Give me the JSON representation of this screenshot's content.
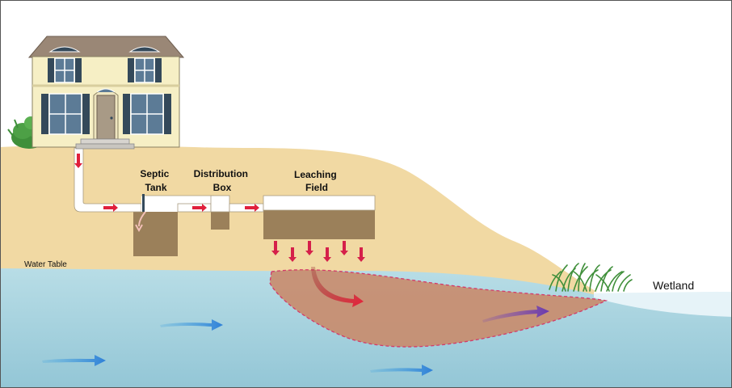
{
  "labels": {
    "septic_tank": [
      "Septic",
      "Tank"
    ],
    "distribution_box": [
      "Distribution",
      "Box"
    ],
    "leaching_field": [
      "Leaching",
      "Field"
    ],
    "water_table": "Water Table",
    "wetland": "Wetland"
  },
  "colors": {
    "soil": "#f1d9a3",
    "groundwater": "#a9d3df",
    "pipe": "#ffffff",
    "tank": "#9b805a",
    "plume": "#c98b6c",
    "plume_border": "#d33a6a",
    "flow_arrow": "#2f8fd8",
    "effluent_arrow": "#e0203c",
    "plume_arrow": "#7a4bb0",
    "house_wall": "#f6efc5",
    "roof": "#9a8776",
    "shutter": "#34495a",
    "vegetation": "#3f8f3a"
  }
}
